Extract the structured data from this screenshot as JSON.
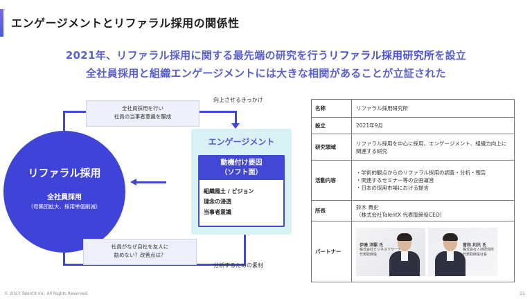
{
  "slide": {
    "title": "エンゲージメントとリファラル採用の関係性",
    "headline_line1_pre": "2021年、リファラル採用に関する最先端の研究を行う",
    "headline_line1_hl": "リファラル採用研究所",
    "headline_line1_post": "を設立",
    "headline_line2": "全社員採用と組織エンゲージメントには大きな相関があることが立証された"
  },
  "diagram": {
    "circle_title": "リファラル採用",
    "circle_sub": "全社員採用",
    "circle_note": "（母集団拡大、採用単価削減）",
    "note_top_line1": "全社員採用を行い",
    "note_top_line2": "社員の当事者意識を醸成",
    "label_top": "向上させるきっかけ",
    "note_bottom_line1": "社員がなぜ自社を友人に",
    "note_bottom_line2": "勧めない？改善点は？",
    "label_bottom": "分析するための素材",
    "engagement_title": "エンゲージメント",
    "motivation_head_line1": "動機付け要因",
    "motivation_head_line2": "（ソフト面）",
    "motivation_items": [
      "組織風土 / ビジョン",
      "理念の浸透",
      "当事者意識"
    ]
  },
  "table": {
    "rows": [
      {
        "key": "名称",
        "value": "リファラル採用研究所"
      },
      {
        "key": "設立",
        "value": "2021年9月"
      },
      {
        "key": "研究領域",
        "value": "リファラル採用を中心に採用、エンゲージメント、組織力向上に関連する研究"
      },
      {
        "key": "活動内容",
        "lines": [
          "・学術的観点からのリファラル採用の調査・分析・報告",
          "・関連するセミナー等の企画運営",
          "・日本の採用市場における提言"
        ]
      },
      {
        "key": "所長",
        "lines": [
          "鈴木 貴史",
          "（株式会社TalentX 代表取締役CEO）"
        ]
      },
      {
        "key": "パートナー",
        "partners": [
          {
            "name": "伊達 洋駆 氏",
            "lines": [
              "株式会社ビジネスリサーチラボ",
              "代表取締役"
            ]
          },
          {
            "name": "曽和 利光 氏",
            "lines": [
              "株式会社人材研究所",
              "代表取締役社長"
            ]
          }
        ]
      }
    ]
  },
  "footer": {
    "copyright": "© 2023 TalentX Inc. All Rights Reserved.",
    "page": "21"
  },
  "colors": {
    "primary": "#4247d6",
    "headline": "#5a5fd0",
    "engagement_bg": "#d8f1f5"
  }
}
